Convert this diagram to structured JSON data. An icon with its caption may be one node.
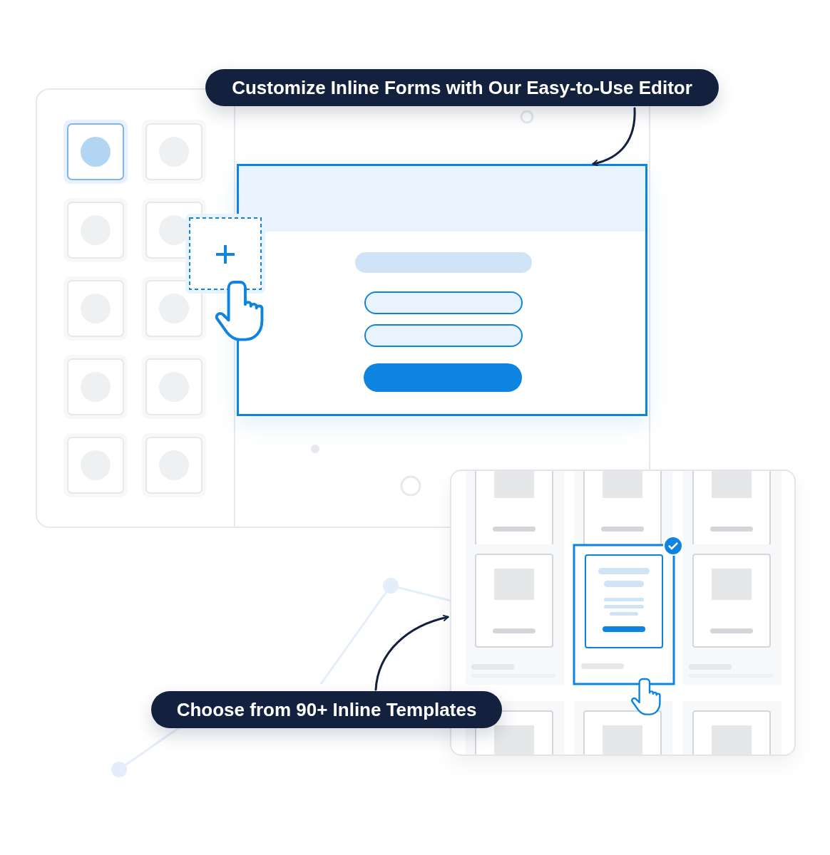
{
  "diagram": {
    "nodes": [
      {
        "text": [
          "Customize Inline Forms with Our Easy-to-Use Editor"
        ]
      },
      {
        "text": [],
        "shape": "picture"
      },
      {
        "text": [],
        "shape": "picture"
      },
      {
        "text": [
          "Choose from 90+ Inline Templates"
        ]
      }
    ],
    "edges": [
      {
        "from": 0,
        "to": 1,
        "arrow": "to"
      },
      {
        "from": 3,
        "to": 2,
        "arrow": "to"
      }
    ]
  }
}
